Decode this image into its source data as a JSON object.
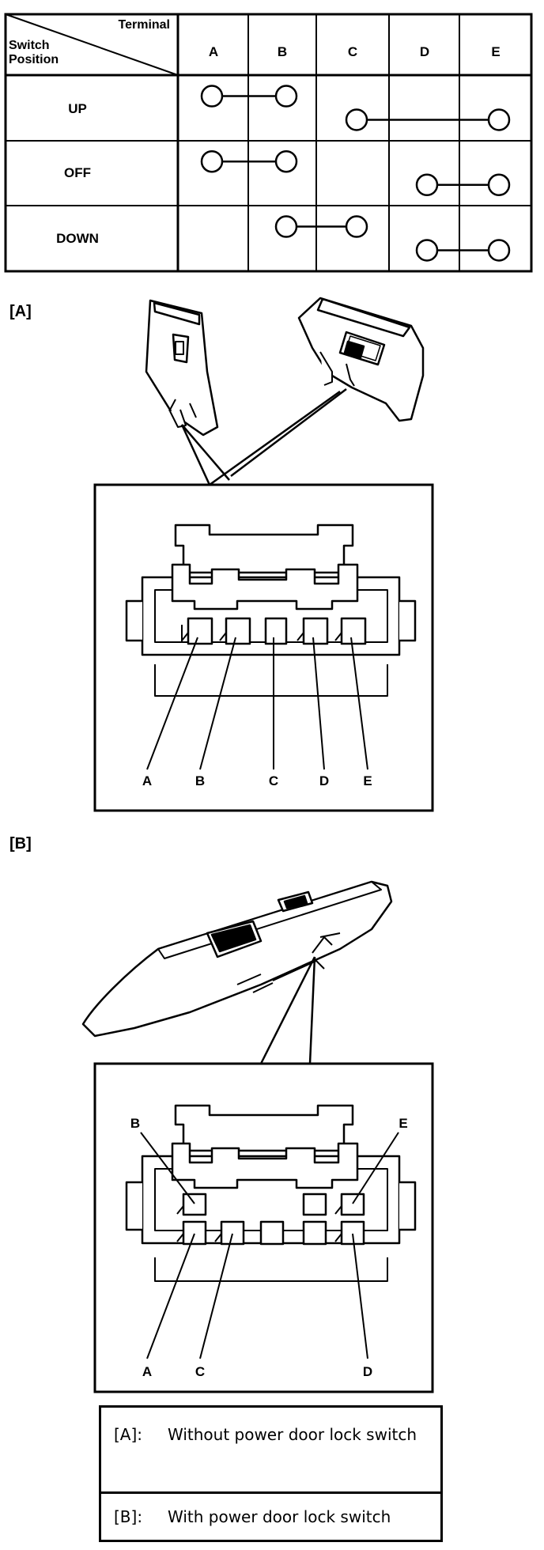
{
  "table": {
    "header_terminal": "Terminal",
    "header_switch": "Switch",
    "header_position": "Position",
    "columns": [
      "A",
      "B",
      "C",
      "D",
      "E"
    ],
    "rows": [
      {
        "position": "UP",
        "connections": [
          [
            "A",
            "B"
          ],
          [
            "C",
            "E"
          ]
        ]
      },
      {
        "position": "OFF",
        "connections": [
          [
            "A",
            "B"
          ],
          [
            "D",
            "E"
          ]
        ]
      },
      {
        "position": "DOWN",
        "connections": [
          [
            "B",
            "C"
          ],
          [
            "D",
            "E"
          ]
        ]
      }
    ]
  },
  "view_a": {
    "tag": "[A]",
    "pin_labels": [
      "A",
      "B",
      "C",
      "D",
      "E"
    ]
  },
  "view_b": {
    "tag": "[B]",
    "pin_labels": [
      "B",
      "E",
      "A",
      "C",
      "D"
    ]
  },
  "legend": [
    {
      "code": "[A]:",
      "text": "Without power door lock switch"
    },
    {
      "code": "[B]:",
      "text": "With power door lock switch"
    }
  ]
}
